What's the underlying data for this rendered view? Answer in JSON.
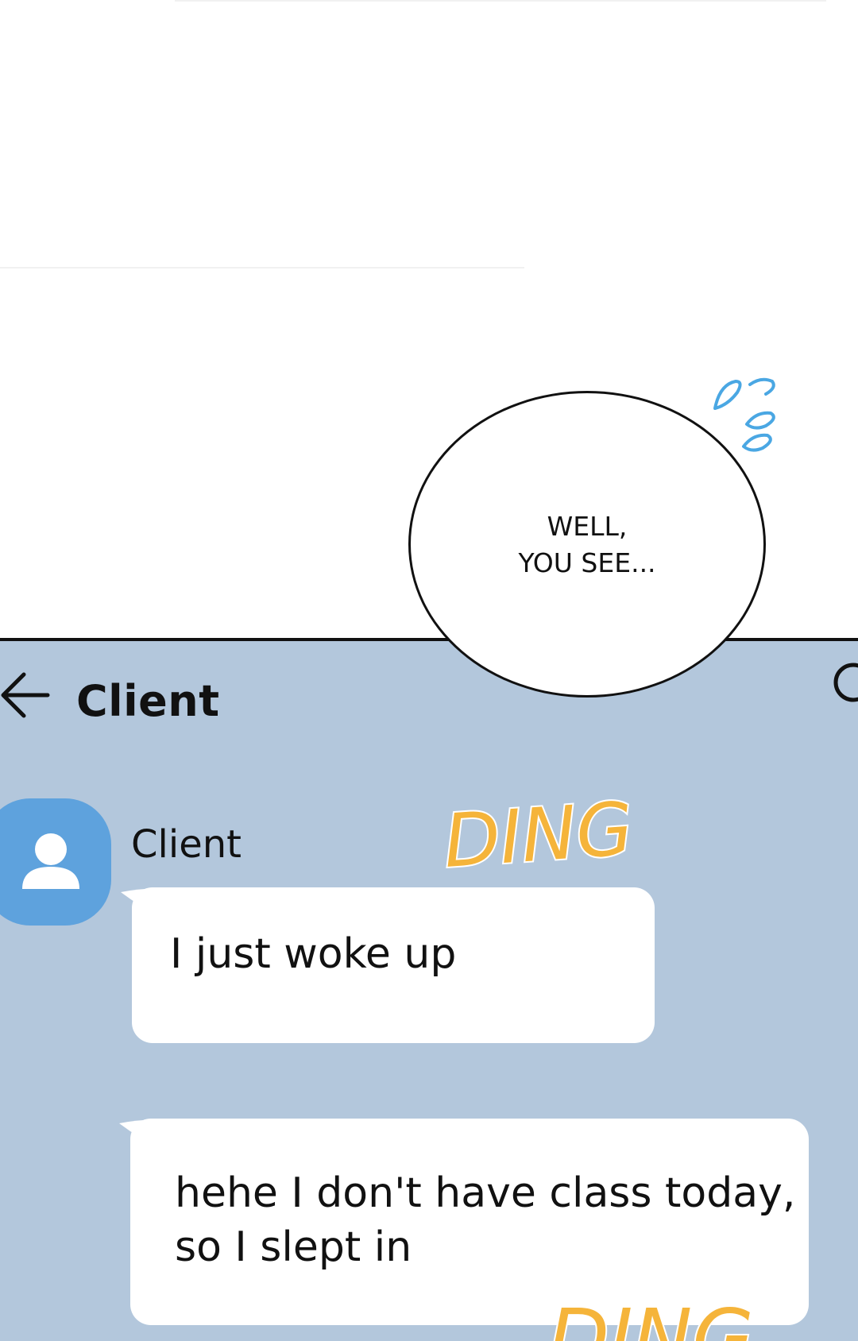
{
  "scene": {
    "speech_bubble_text": "WELL,\nYOU SEE...",
    "sound_effect": "DING",
    "sound_effect_partial": "DING"
  },
  "chat": {
    "header_title": "Client",
    "sender_name": "Client",
    "messages": [
      {
        "text": "I just woke up"
      },
      {
        "text": "hehe I don't have class today, so I slept in"
      }
    ]
  },
  "colors": {
    "chat_background": "#b3c7dc",
    "avatar": "#5ea2dd",
    "bubble": "#ffffff",
    "ding_fill": "#f5b43a",
    "sweat_drops": "#4aa7e3"
  },
  "icons": {
    "back": "arrow-left-icon",
    "avatar": "user-icon",
    "top_right": "circle-icon",
    "effects": "sweat-drops-icon"
  }
}
